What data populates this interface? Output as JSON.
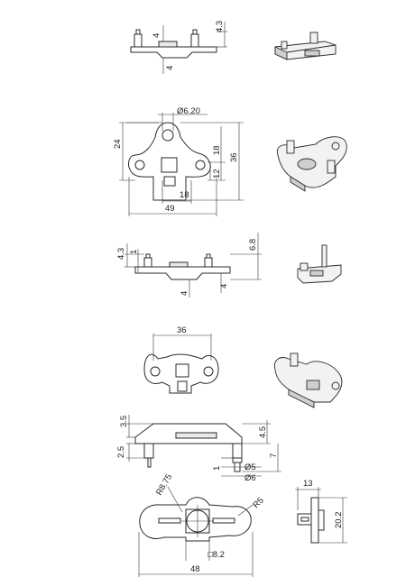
{
  "views": [
    {
      "id": "view1",
      "dimensions": {
        "height_right": "4.3",
        "height_left": "4",
        "bottom": "4"
      }
    },
    {
      "id": "view2",
      "dimensions": {
        "hole_dia": "Ø6.20",
        "height_left": "24",
        "height_mid": "18",
        "height_right": "36",
        "small": "12",
        "width_inner": "18",
        "width_total": "49"
      }
    },
    {
      "id": "view3",
      "dimensions": {
        "left_top": "4.3",
        "left_small": "1",
        "right_total": "6.8",
        "bottom_left": "4",
        "bottom_right": "4"
      }
    },
    {
      "id": "view4",
      "dimensions": {
        "width": "36"
      }
    },
    {
      "id": "view5",
      "dimensions": {
        "left_top": "3.5",
        "left_bottom": "2.5",
        "right_top": "4.5",
        "right_mid": "7",
        "small": "1",
        "dia_small": "Ø5",
        "dia_large": "Ø6"
      }
    },
    {
      "id": "view6",
      "dimensions": {
        "radius_left": "R8.75",
        "radius_right": "R5",
        "square": "□8.2",
        "width_total": "48",
        "side_width": "13",
        "side_height": "20.2"
      }
    }
  ]
}
